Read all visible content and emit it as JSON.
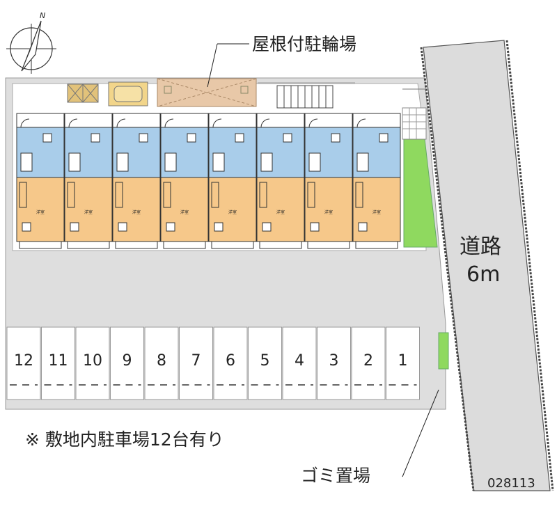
{
  "labels": {
    "bicycle_parking": "屋根付駐輪場",
    "road_name": "道路",
    "road_width": "6m",
    "parking_note": "※ 敷地内駐車場12台有り",
    "garbage": "ゴミ置場",
    "property_id": "028113"
  },
  "compass": {
    "north_symbol": "N"
  },
  "parking_spaces": [
    "12",
    "11",
    "10",
    "9",
    "8",
    "7",
    "6",
    "5",
    "4",
    "3",
    "2",
    "1"
  ],
  "units": [
    {
      "room_label": "洋室"
    },
    {
      "room_label": "洋室"
    },
    {
      "room_label": "洋室"
    },
    {
      "room_label": "洋室"
    },
    {
      "room_label": "洋室"
    },
    {
      "room_label": "洋室"
    },
    {
      "room_label": "洋室"
    },
    {
      "room_label": "洋室"
    }
  ],
  "colors": {
    "wet_area": "#a9cdea",
    "room": "#f6c88a",
    "green": "#8fd95f",
    "bike_roof": "#e8c8a8",
    "grey_lot": "#d9d9d9",
    "road": "#dcdcdc",
    "storage": "#e2c27a"
  }
}
